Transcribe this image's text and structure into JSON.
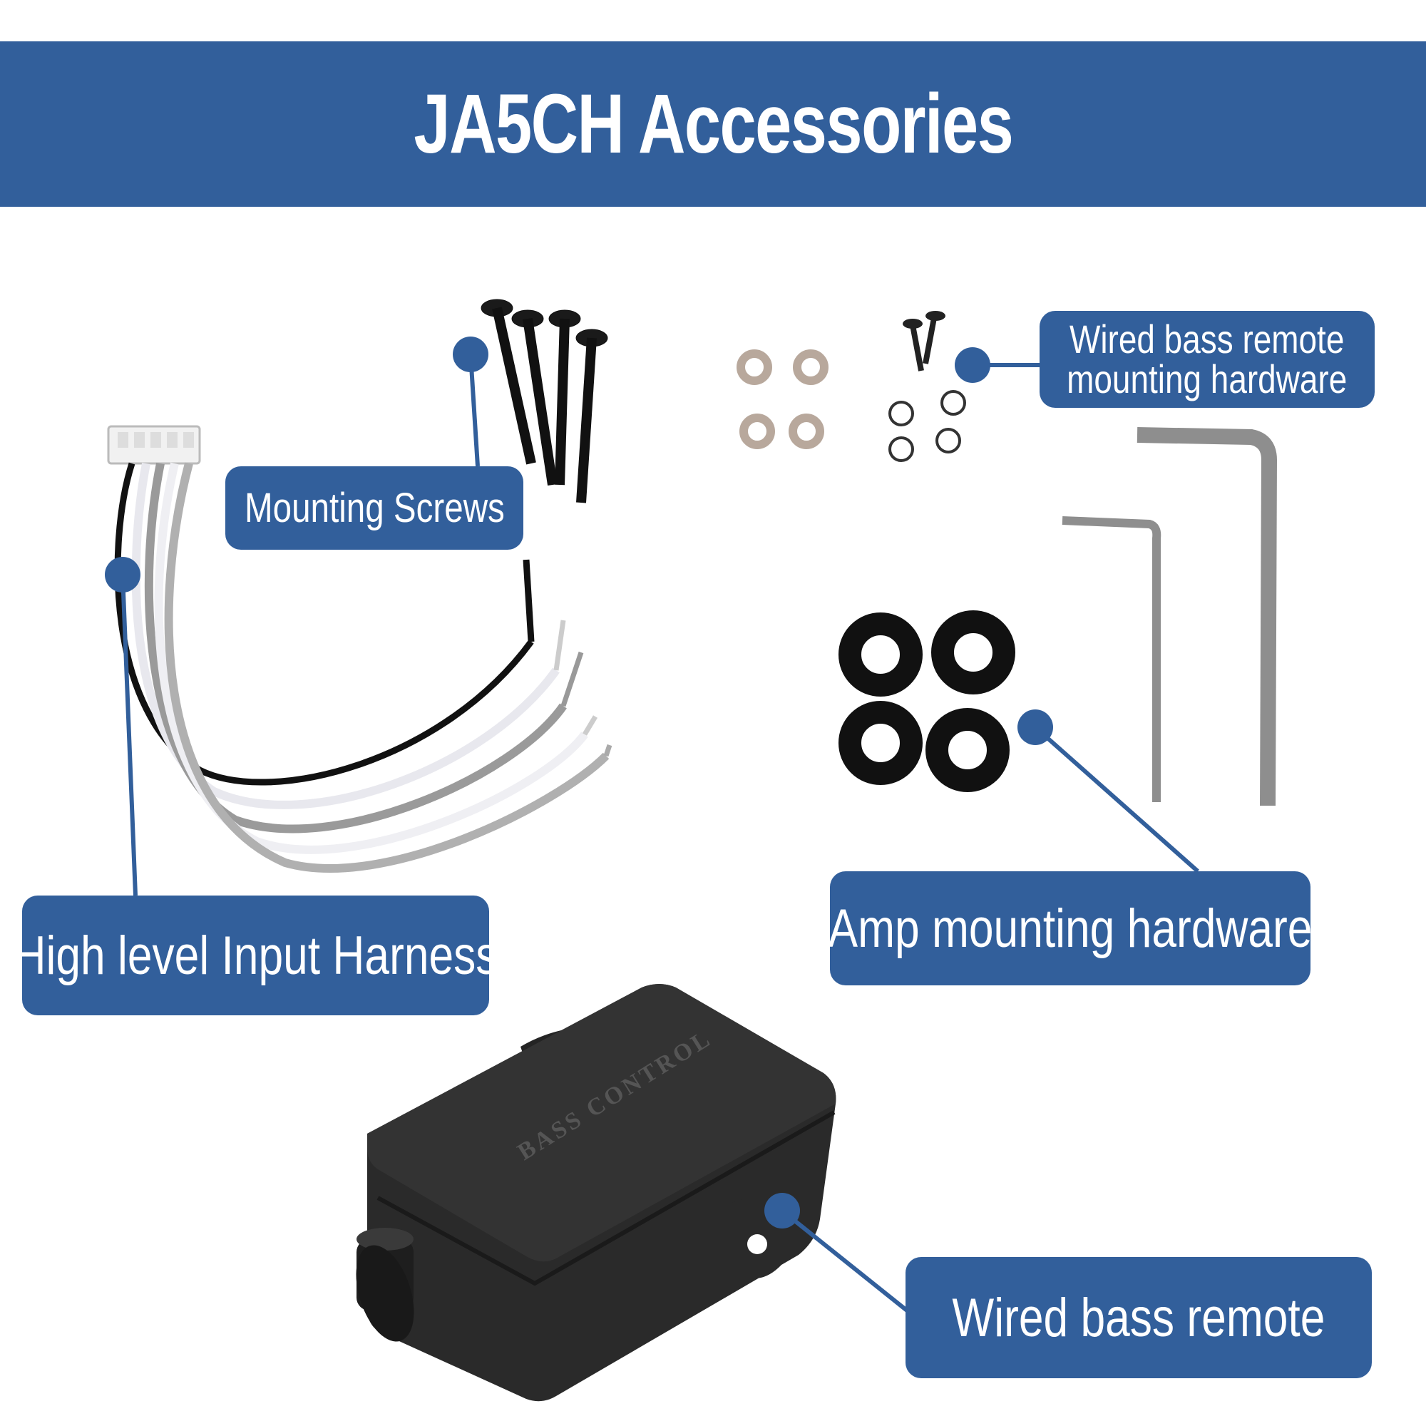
{
  "title": "JA5CH Accessories",
  "labels": {
    "mounting_screws": "Mounting Screws",
    "harness": "High level Input Harness",
    "remote_hardware_line1": "Wired bass remote",
    "remote_hardware_line2": "mounting hardware",
    "amp_hardware": "Amp mounting hardware",
    "bass_remote": "Wired bass remote"
  },
  "product_text": {
    "remote_top": "BASS CONTROL"
  },
  "colors": {
    "brand_blue": "#325f9b",
    "background": "#ffffff"
  }
}
